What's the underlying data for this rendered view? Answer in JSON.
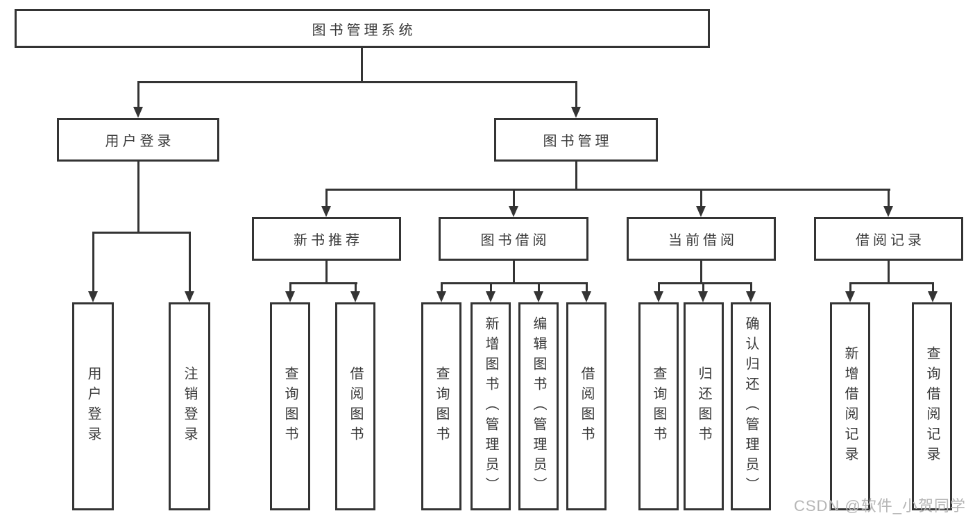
{
  "diagram": {
    "type": "hierarchy-tree",
    "background": "#ffffff",
    "line_color": "#343434",
    "text_color": "#3a3a3a",
    "watermark_color": "#b6b6b6",
    "root": {
      "label": "图书管理系统"
    },
    "branches": [
      {
        "label": "用户登录",
        "children": [
          {
            "label": "用户登录"
          },
          {
            "label": "注销登录"
          }
        ]
      },
      {
        "label": "图书管理",
        "children": [
          {
            "label": "新书推荐",
            "children": [
              {
                "label": "查询图书"
              },
              {
                "label": "借阅图书"
              }
            ]
          },
          {
            "label": "图书借阅",
            "children": [
              {
                "label": "查询图书"
              },
              {
                "label": "新增图书（管理员）"
              },
              {
                "label": "编辑图书（管理员）"
              },
              {
                "label": "借阅图书"
              }
            ]
          },
          {
            "label": "当前借阅",
            "children": [
              {
                "label": "查询图书"
              },
              {
                "label": "归还图书"
              },
              {
                "label": "确认归还（管理员）"
              }
            ]
          },
          {
            "label": "借阅记录",
            "children": [
              {
                "label": "新增借阅记录"
              },
              {
                "label": "查询借阅记录"
              }
            ]
          }
        ]
      }
    ],
    "watermark": "CSDN @软件_小贺同学"
  }
}
